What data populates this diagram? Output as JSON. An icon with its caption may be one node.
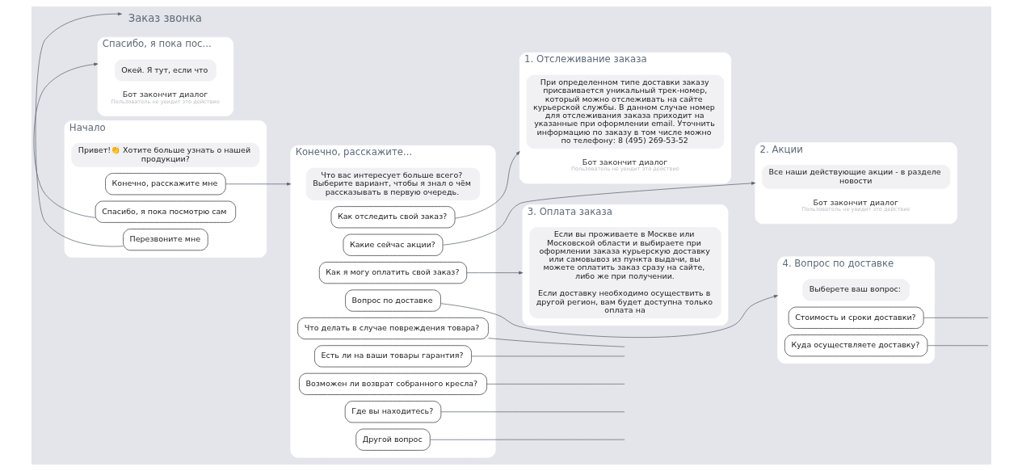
{
  "diagram": {
    "nodes": [
      {
        "text": [
          "Начало"
        ]
      },
      {
        "text": [
          "Привет!👏 Хотите больше узнать о нашей продукции?"
        ],
        "in": 0
      },
      {
        "text": [
          "Конечно, расскажите мне"
        ],
        "in": 0
      },
      {
        "text": [
          "Спасибо, я пока посмотрю сам"
        ],
        "in": 0
      },
      {
        "text": [
          "Перезвоните мне"
        ],
        "in": 0
      },
      {
        "text": [
          "Конечно, расскажите..."
        ]
      },
      {
        "text": [
          "Что вас интересует больше всего? Выберите вариант, чтобы я знал о чём рассказывать в первую очередь."
        ],
        "in": 5
      },
      {
        "text": [
          "Как отследить свой заказ?"
        ],
        "in": 5
      },
      {
        "text": [
          "Какие сейчас акции?"
        ],
        "in": 5
      },
      {
        "text": [
          "Как я могу оплатить свой заказ?"
        ],
        "in": 5
      },
      {
        "text": [
          "Вопрос по доставке"
        ],
        "in": 5
      },
      {
        "text": [
          "Что делать в случае повреждения товара?"
        ],
        "in": 5
      },
      {
        "text": [
          "Есть ли на ваши товары гарантия?"
        ],
        "in": 5
      },
      {
        "text": [
          "Возможен ли возврат собранного кресла?"
        ],
        "in": 5
      },
      {
        "text": [
          "Где вы находитесь?"
        ],
        "in": 5
      },
      {
        "text": [
          "Другой вопрос"
        ],
        "in": 5
      },
      {
        "text": [
          "1. Отслеживание заказа"
        ]
      },
      {
        "text": [
          "При определенном типе доставки заказу присваивается уникальный трек-номер, который можно отслеживать на сайте курьерской службы. В данном случае номер для отслеживания заказа приходит на указанные при оформлении email. Уточнить информацию по заказу в том числе можно по телефону: 8 (495) 269-53-52"
        ],
        "in": 16
      },
      {
        "text": [
          "Бот закончит диалог",
          "Пользователь не увидит это действие"
        ],
        "in": 16
      },
      {
        "text": [
          "2. Акции"
        ]
      },
      {
        "text": [
          "Все наши действующие акции - в разделе новости"
        ],
        "in": 19
      },
      {
        "text": [
          "Бот закончит диалог",
          "Пользователь не увидит это действие"
        ],
        "in": 19
      },
      {
        "text": [
          "3. Оплата заказа"
        ]
      },
      {
        "text": [
          "Если вы проживаете в Москве или Московской области и выбираете при оформлении заказа курьерскую доставку или самовывоз из пункта выдачи, вы можете оплатить заказ сразу на сайте, либо же при получении.",
          "Если доставку необходимо осуществить в другой регион, вам будет доступна только оплата на"
        ],
        "in": 22
      },
      {
        "text": [
          "4. Вопрос по доставке"
        ]
      },
      {
        "text": [
          "Выберете ваш вопрос:"
        ],
        "in": 24
      },
      {
        "text": [
          "Стоимость и сроки доставки?"
        ],
        "in": 24
      },
      {
        "text": [
          "Куда осуществляете доставку?"
        ],
        "in": 24
      },
      {
        "text": [
          "Спасибо, я пока пос..."
        ]
      },
      {
        "text": [
          "Окей. Я тут, если что"
        ],
        "in": 28
      },
      {
        "text": [
          "Бот закончит диалог",
          "Пользователь не увидит это действие"
        ],
        "in": 28
      },
      {
        "text": [
          "Заказ звонка"
        ]
      }
    ],
    "edges": [
      {
        "from": 2,
        "to": 5,
        "arrow": "to"
      },
      {
        "from": 3,
        "to": 28,
        "arrow": "to"
      },
      {
        "from": 4,
        "to": 31,
        "arrow": "to"
      },
      {
        "from": 7,
        "to": 16,
        "arrow": "to"
      },
      {
        "from": 8,
        "to": 19,
        "arrow": "to"
      },
      {
        "from": 9,
        "to": 22,
        "arrow": "to"
      },
      {
        "from": 10,
        "to": 24,
        "arrow": "to"
      },
      {
        "from": 11,
        "to": null,
        "arrow": "none"
      },
      {
        "from": 12,
        "to": null,
        "arrow": "none"
      },
      {
        "from": 13,
        "to": null,
        "arrow": "none"
      },
      {
        "from": 14,
        "to": null,
        "arrow": "none"
      },
      {
        "from": 15,
        "to": null,
        "arrow": "none"
      },
      {
        "from": 26,
        "to": null,
        "arrow": "none"
      },
      {
        "from": 27,
        "to": null,
        "arrow": "none"
      }
    ]
  }
}
